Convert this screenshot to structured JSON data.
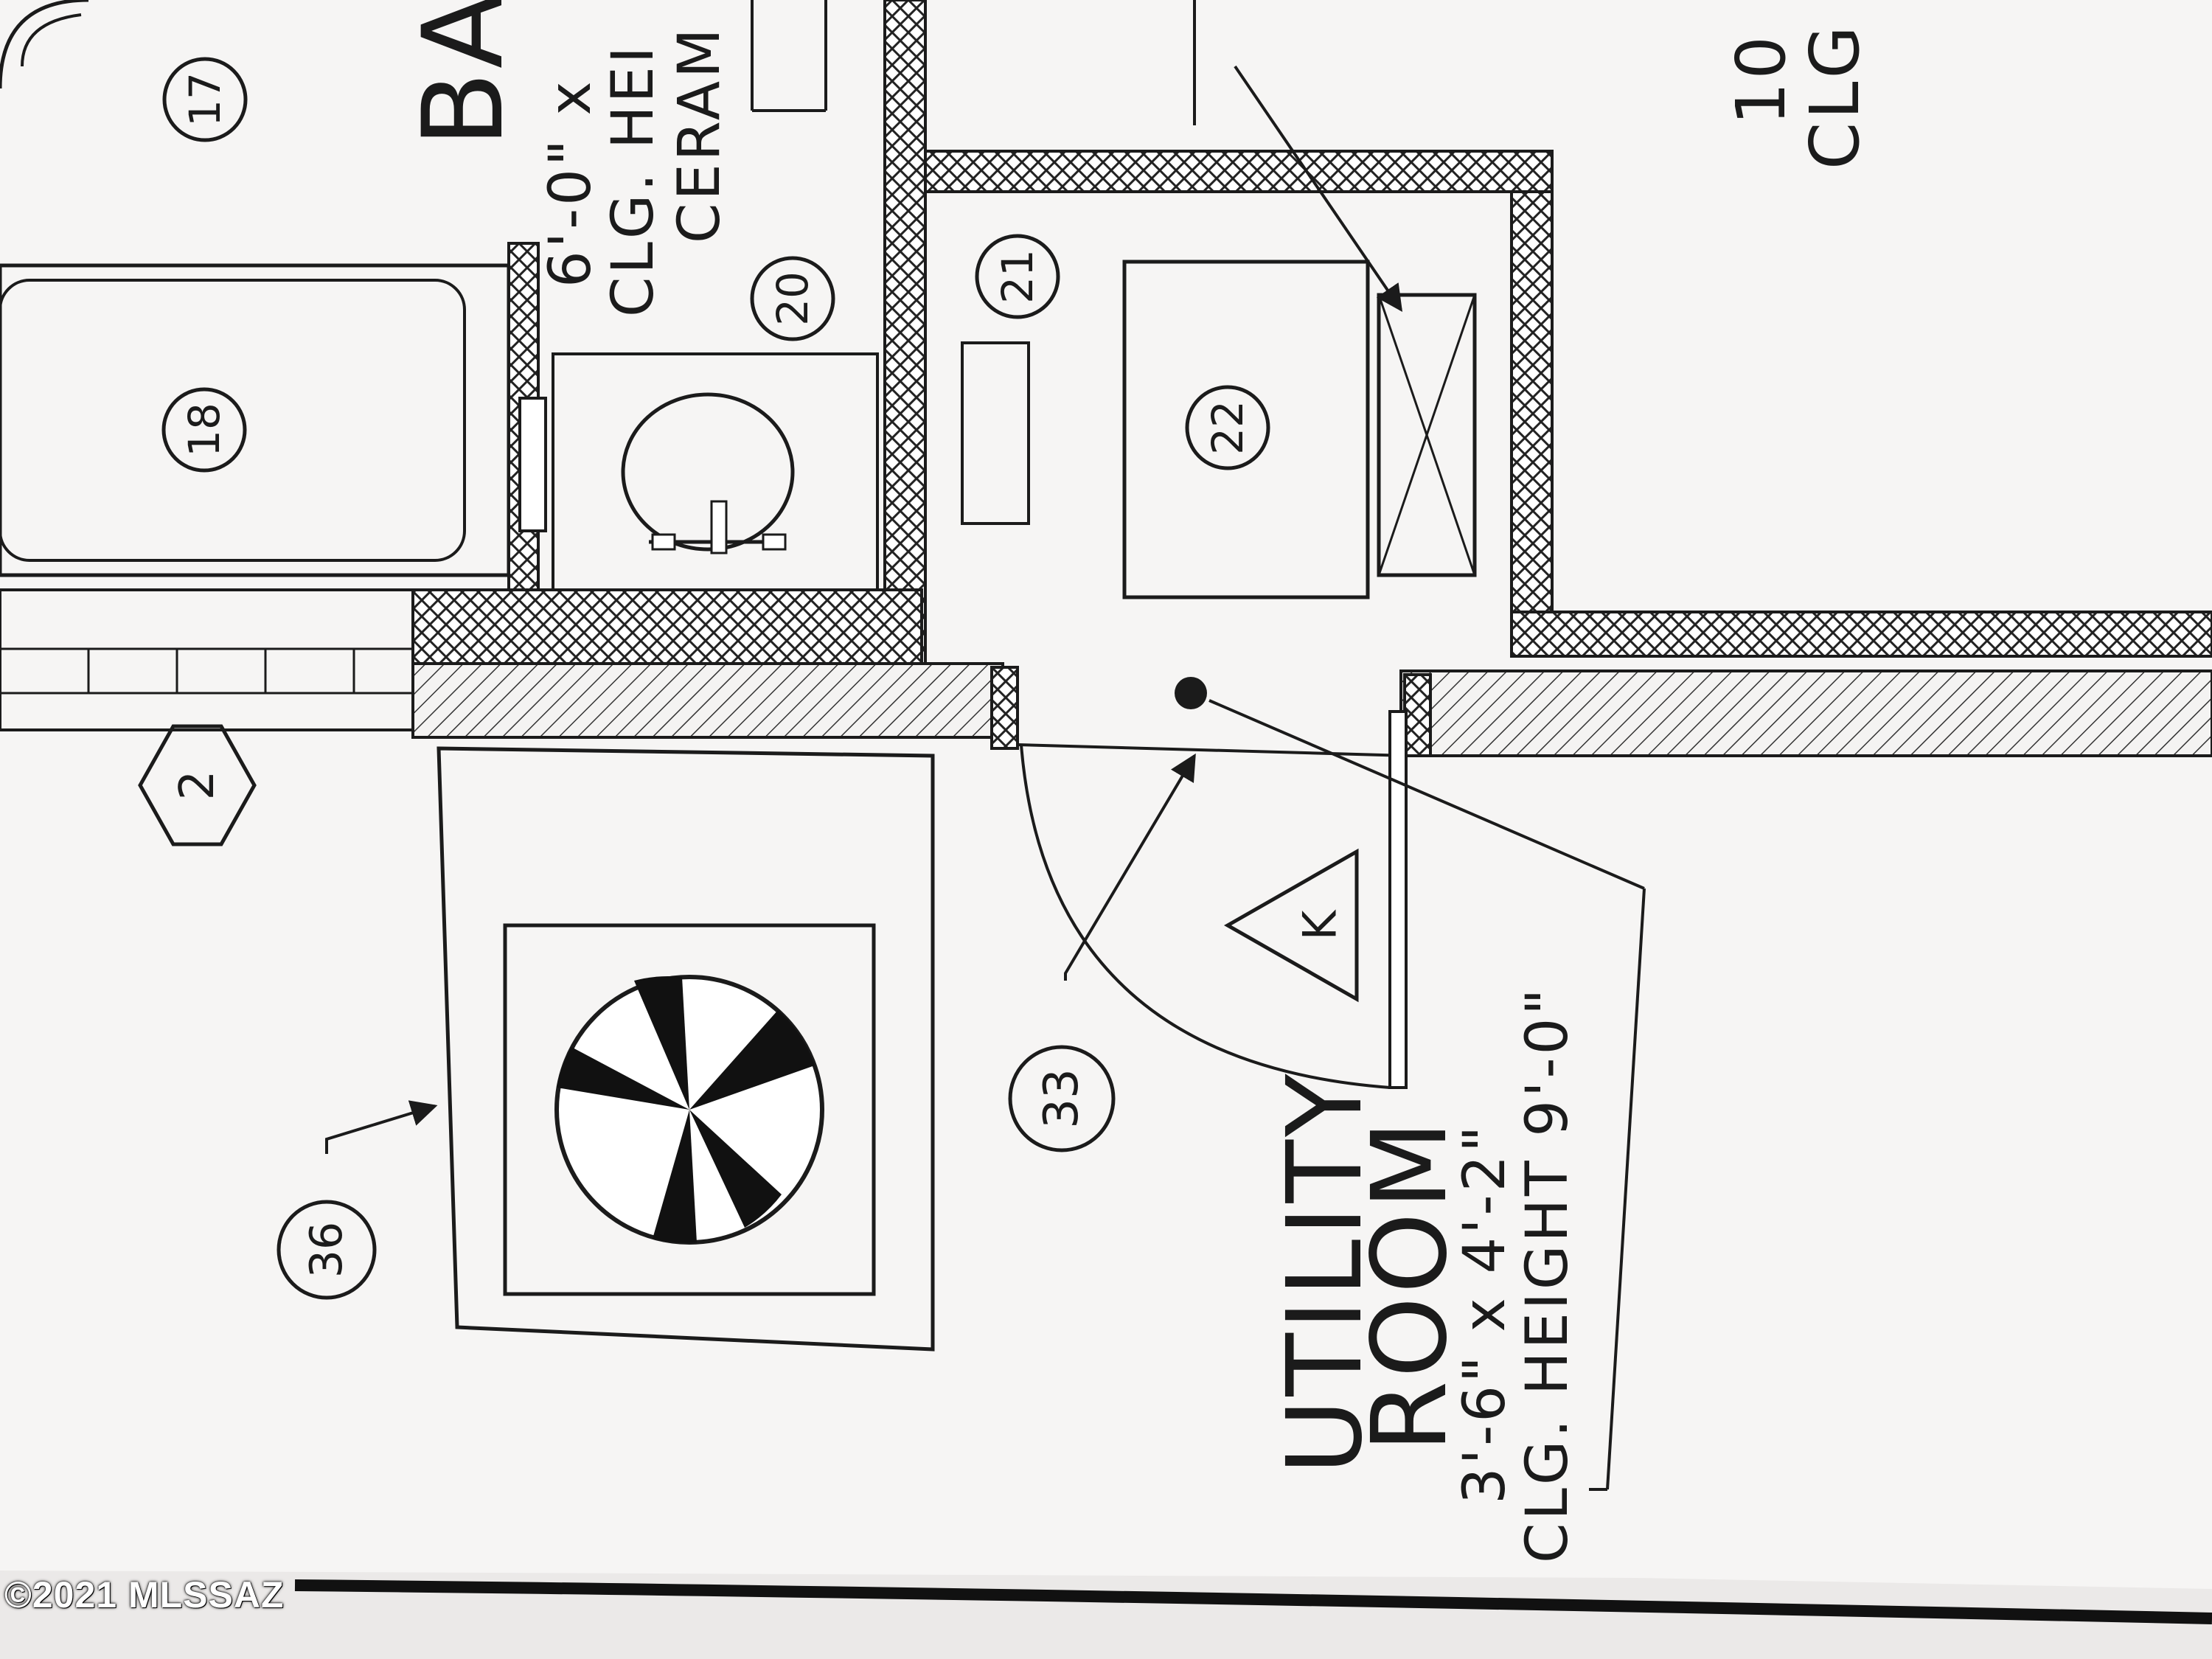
{
  "rooms": {
    "bath": {
      "name": "BA",
      "dims": "6'-0\" x",
      "ceiling": "CLG. HEI",
      "finish": "CERAM"
    },
    "utility": {
      "name_line1": "UTILITY",
      "name_line2": "ROOM",
      "dims": "3'-6\" x 4'-2\"",
      "ceiling": "CLG. HEIGHT 9'-0\""
    },
    "right_room": {
      "dims": "10",
      "ceiling": "CLG"
    }
  },
  "callouts": [
    "17",
    "18",
    "20",
    "21",
    "22",
    "33",
    "36"
  ],
  "hex_tag": "2",
  "triangle_tag": "K",
  "copyright": "©2021 MLSSAZ"
}
